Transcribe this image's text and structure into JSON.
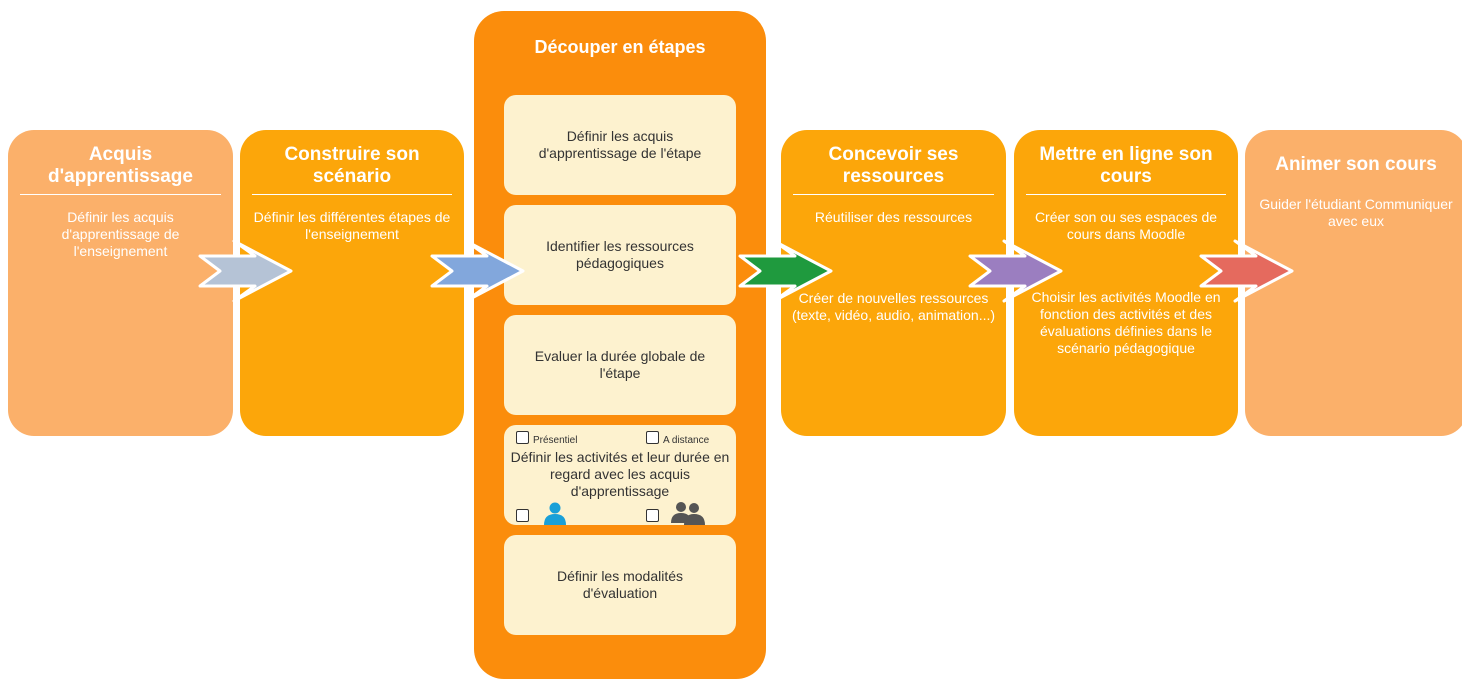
{
  "cards": {
    "acquis": {
      "title": "Acquis d'apprentissage",
      "text": "Définir les acquis d'apprentissage de l'enseignement"
    },
    "scenario": {
      "title": "Construire son scénario",
      "text": "Définir les différentes étapes  de l'enseignement"
    },
    "ressources": {
      "title": "Concevoir ses ressources",
      "text1": "Réutiliser des ressources",
      "text2": "Créer de nouvelles ressources (texte, vidéo, audio, animation...)"
    },
    "enligne": {
      "title": "Mettre en ligne son cours",
      "text1": "Créer son ou ses espaces de cours dans Moodle",
      "text2": "Choisir les activités Moodle en fonction des activités et des évaluations définies dans le scénario pédagogique"
    },
    "animer": {
      "title": "Animer son cours",
      "text": "Guider l'étudiant Communiquer avec eux"
    }
  },
  "center": {
    "title": "Découper en étapes",
    "steps": {
      "s1": "Définir les acquis d'apprentissage de l'étape",
      "s2": "Identifier les ressources pédagogiques",
      "s3": "Evaluer la durée globale de l'étape",
      "s4": "Définir les activités et leur durée en regard avec les acquis d'apprentissage",
      "s5": "Définir les modalités d'évaluation"
    },
    "checkbox_presentiel": "Présentiel",
    "checkbox_distance": "A distance"
  },
  "colors": {
    "light_orange": "#fbb06a",
    "mid_orange": "#fca60a",
    "dark_orange": "#fb8d0c",
    "step_bg": "#fdf2cf",
    "arrow_1": "#b5c3d6",
    "arrow_2": "#82a7dc",
    "arrow_3": "#1f9a3e",
    "arrow_4": "#9b7ec0",
    "arrow_5": "#e56a5e",
    "person_icon": "#1aa0d8",
    "group_icon": "#555555"
  },
  "icons": {
    "arrow": "chevron-arrow-icon",
    "individual": "person-icon",
    "group": "group-icon"
  }
}
